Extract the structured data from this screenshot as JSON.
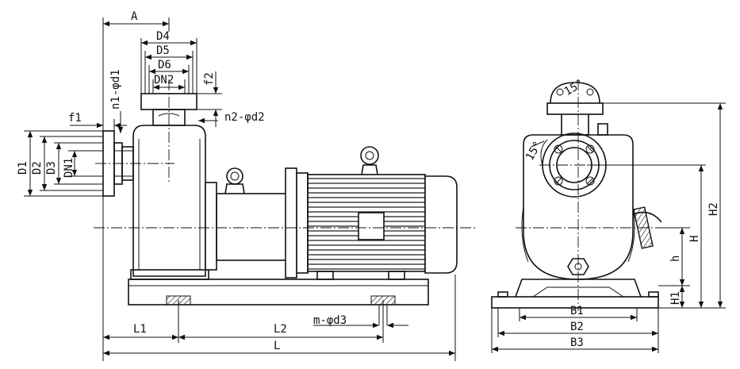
{
  "labels": {
    "A": "A",
    "D4": "D4",
    "D5": "D5",
    "D6": "D6",
    "DN2": "DN2",
    "n1_d1": "n1-φd1",
    "f2": "f2",
    "n2_d2": "n2-φd2",
    "f1": "f1",
    "D1": "D1",
    "D2": "D2",
    "D3": "D3",
    "DN1": "DN1",
    "L1": "L1",
    "L2": "L2",
    "L": "L",
    "m_d3": "m-φd3",
    "B1": "B1",
    "B2": "B2",
    "B3": "B3",
    "H": "H",
    "H1": "H1",
    "H2": "H2",
    "h": "h",
    "angle1": "15°",
    "angle2": "15°"
  },
  "colors": {
    "line": "#111111",
    "background": "#ffffff"
  }
}
